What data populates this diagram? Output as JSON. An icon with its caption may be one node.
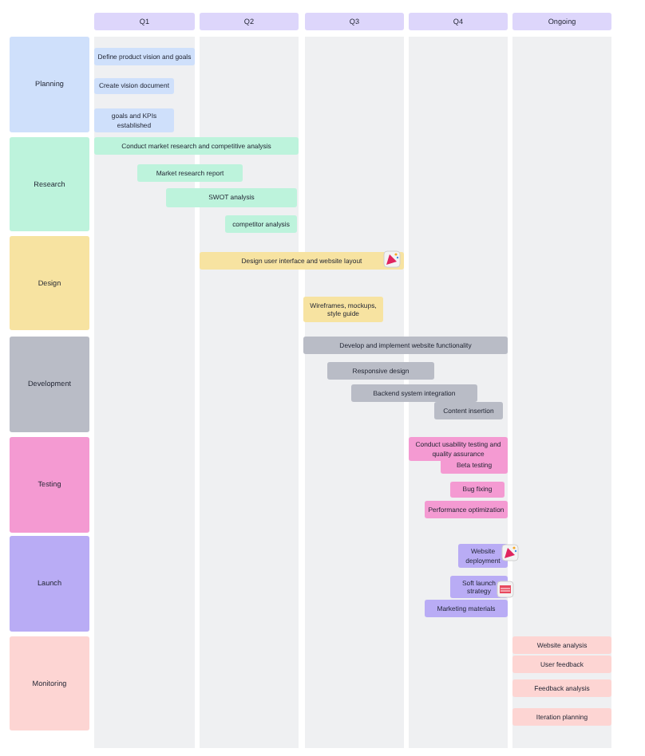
{
  "diagram": {
    "nodes": [
      {
        "text": [
          "Q1"
        ]
      },
      {
        "text": [
          "Q2"
        ]
      },
      {
        "text": [
          "Q3"
        ]
      },
      {
        "text": [
          "Q4"
        ]
      },
      {
        "text": [
          "Ongoing"
        ]
      },
      {
        "text": [
          "Planning"
        ]
      },
      {
        "text": [
          "Define product vision and goals"
        ]
      },
      {
        "text": [
          "Create vision document"
        ]
      },
      {
        "text": [
          "goals and KPIs established"
        ]
      },
      {
        "text": [
          "Research"
        ]
      },
      {
        "text": [
          "Conduct market research and competitive analysis"
        ]
      },
      {
        "text": [
          "Market research report"
        ]
      },
      {
        "text": [
          "SWOT analysis"
        ]
      },
      {
        "text": [
          "competitor analysis"
        ]
      },
      {
        "text": [
          "Design"
        ]
      },
      {
        "text": [
          "Design user interface and website layout"
        ]
      },
      {
        "text": [
          "Wireframes, mockups, style guide"
        ]
      },
      {
        "text": [
          "Development"
        ]
      },
      {
        "text": [
          "Develop and implement website functionality"
        ]
      },
      {
        "text": [
          "Responsive design"
        ]
      },
      {
        "text": [
          "Backend system integration"
        ]
      },
      {
        "text": [
          "Content insertion"
        ]
      },
      {
        "text": [
          "Testing"
        ]
      },
      {
        "text": [
          "Conduct usability testing and quality assurance"
        ]
      },
      {
        "text": [
          "Beta testing"
        ]
      },
      {
        "text": [
          "Bug fixing"
        ]
      },
      {
        "text": [
          "Performance optimization"
        ]
      },
      {
        "text": [
          "Launch"
        ]
      },
      {
        "text": [
          "Website deployment"
        ]
      },
      {
        "text": [
          "Soft launch strategy"
        ]
      },
      {
        "text": [
          "Marketing materials"
        ]
      },
      {
        "text": [
          "Monitoring"
        ]
      },
      {
        "text": [
          "Website analysis"
        ]
      },
      {
        "text": [
          "User feedback"
        ]
      },
      {
        "text": [
          "Feedback analysis"
        ]
      },
      {
        "text": [
          "Iteration planning"
        ]
      }
    ]
  }
}
